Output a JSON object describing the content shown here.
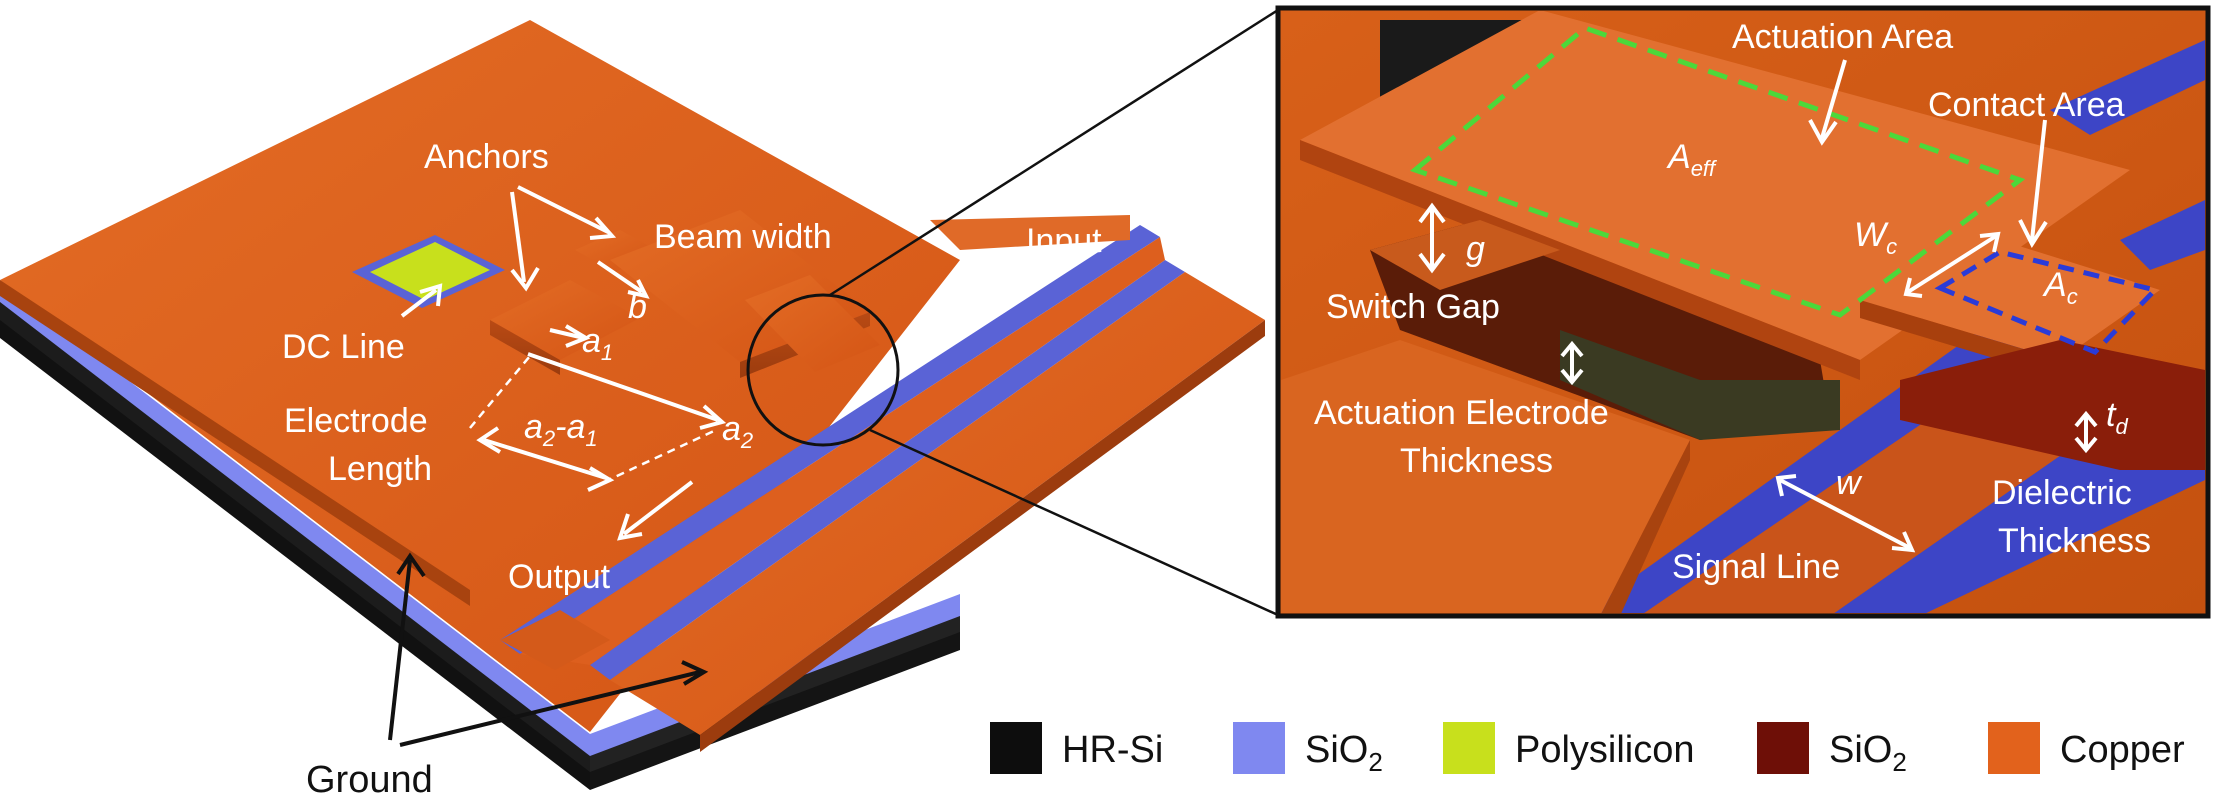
{
  "labels": {
    "anchors": "Anchors",
    "beam_width": "Beam width",
    "input": "Input",
    "dc_line": "DC Line",
    "b": "b",
    "a1": "a",
    "a1_sub": "1",
    "a2": "a",
    "a2_sub": "2",
    "a2a1_a": "a",
    "a2a1_sub2": "2",
    "a2a1_mid": "-a",
    "a2a1_sub1": "1",
    "electrode_length_1": "Electrode",
    "electrode_length_2": "Length",
    "output": "Output",
    "ground": "Ground",
    "actuation_area": "Actuation Area",
    "contact_area": "Contact Area",
    "aeff": "A",
    "aeff_sub": "eff",
    "g": "g",
    "switch_gap": "Switch Gap",
    "wc": "W",
    "wc_sub": "c",
    "ac": "A",
    "ac_sub": "c",
    "actuation_electrode_1": "Actuation Electrode",
    "actuation_electrode_2": "Thickness",
    "td": "t",
    "td_sub": "d",
    "w": "w",
    "dielectric_1": "Dielectric",
    "dielectric_2": "Thickness",
    "signal_line": "Signal Line"
  },
  "legend": [
    {
      "label": "HR-Si",
      "color": "#0d0d0d"
    },
    {
      "label": "SiO",
      "sub": "2",
      "color": "#7f88f0"
    },
    {
      "label": "Polysilicon",
      "color": "#c8e01c"
    },
    {
      "label": "SiO",
      "sub": "2",
      "color": "#6e0f07"
    },
    {
      "label": "Copper",
      "color": "#e2621c"
    }
  ]
}
